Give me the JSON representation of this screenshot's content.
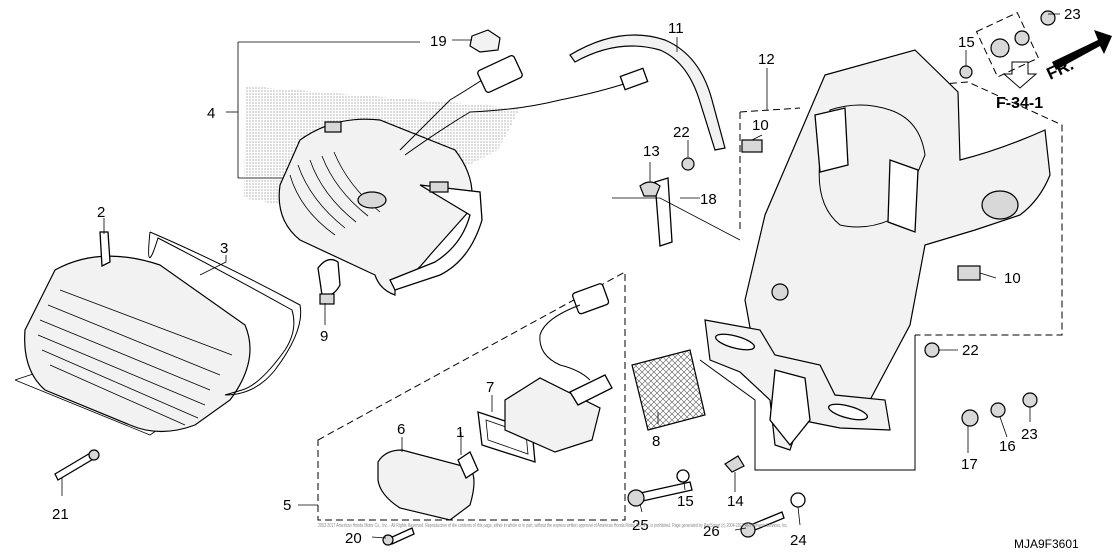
{
  "callouts": [
    {
      "n": "1"
    },
    {
      "n": "2"
    },
    {
      "n": "3"
    },
    {
      "n": "4"
    },
    {
      "n": "5"
    },
    {
      "n": "6"
    },
    {
      "n": "7"
    },
    {
      "n": "8"
    },
    {
      "n": "9"
    },
    {
      "n": "10"
    },
    {
      "n": "10"
    },
    {
      "n": "11"
    },
    {
      "n": "12"
    },
    {
      "n": "13"
    },
    {
      "n": "14"
    },
    {
      "n": "15"
    },
    {
      "n": "15"
    },
    {
      "n": "16"
    },
    {
      "n": "17"
    },
    {
      "n": "18"
    },
    {
      "n": "19"
    },
    {
      "n": "20"
    },
    {
      "n": "21"
    },
    {
      "n": "22"
    },
    {
      "n": "22"
    },
    {
      "n": "23"
    },
    {
      "n": "23"
    },
    {
      "n": "24"
    },
    {
      "n": "25"
    },
    {
      "n": "26"
    }
  ],
  "front_arrow": "FR.",
  "reference": "F-34-1",
  "diagram_code": "MJA9F3601",
  "copyright": "2002-2017 American Honda Motor Co., Inc. - All Rights Reserved. Reproduction of the contents of this page, either in whole or in part, without the express written approval of American Honda Motor Co., Inc. is prohibited. Page generated by PartSmart (c) 2004-2017 ARI Network Services, Inc."
}
